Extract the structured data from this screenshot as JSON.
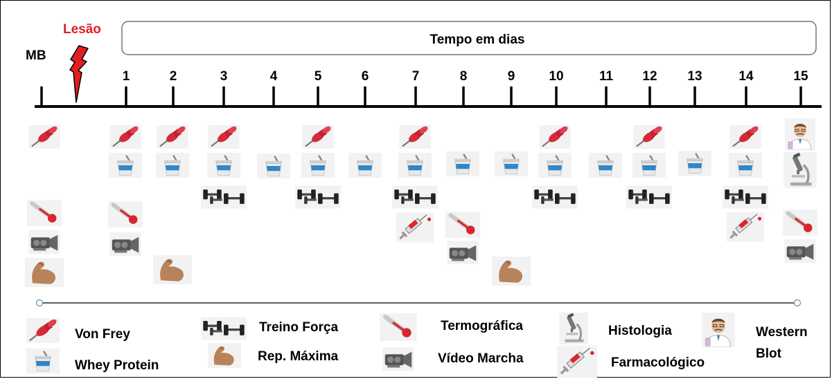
{
  "header": {
    "lesion_label": "Lesão",
    "baseline_label": "MB",
    "time_box_label": "Tempo em dias"
  },
  "timeline": {
    "days": [
      "1",
      "2",
      "3",
      "4",
      "5",
      "6",
      "7",
      "8",
      "9",
      "10",
      "11",
      "12",
      "13",
      "14",
      "15"
    ]
  },
  "legend": {
    "von_frey": "Von Frey",
    "whey_protein": "Whey Protein",
    "treino_forca": "Treino Força",
    "rep_maxima": "Rep. Máxima",
    "termografica": "Termográfica",
    "video_marcha": "Vídeo Marcha",
    "histologia": "Histologia",
    "farmacologico": "Farmacológico",
    "western_1": "Western",
    "western_2": "Blot"
  },
  "schedule": {
    "von_frey": [
      "MB",
      "1",
      "2",
      "3",
      "5",
      "7",
      "10",
      "12",
      "14"
    ],
    "whey_protein": [
      "1",
      "2",
      "3",
      "4",
      "5",
      "6",
      "7",
      "8",
      "9",
      "10",
      "11",
      "12",
      "13",
      "14"
    ],
    "treino_forca": [
      "3",
      "5",
      "7",
      "10",
      "12",
      "14"
    ],
    "termografica": [
      "MB",
      "1",
      "8",
      "15"
    ],
    "video_marcha": [
      "MB",
      "1",
      "8",
      "15"
    ],
    "rep_maxima": [
      "MB",
      "2",
      "9"
    ],
    "farmacologico": [
      "7",
      "14"
    ],
    "western_blot": [
      "15"
    ],
    "histologia": [
      "15"
    ]
  },
  "colors": {
    "lesion": "#e02020",
    "pin": "#d42a3a",
    "cup": "#2f86c9",
    "arm": "#b8835a",
    "thermo": "#d8262c",
    "connector": "#5f8fb3"
  },
  "icons": {
    "von_frey": "pushpin-icon",
    "whey_protein": "protein-cup-icon",
    "treino_forca": "dumbbells-icon",
    "rep_maxima": "flexed-biceps-icon",
    "termografica": "thermometer-icon",
    "video_marcha": "video-camera-icon",
    "histologia": "microscope-icon",
    "farmacologico": "syringe-icon",
    "western_blot": "scientist-icon",
    "lesion": "lightning-bolt-icon"
  }
}
